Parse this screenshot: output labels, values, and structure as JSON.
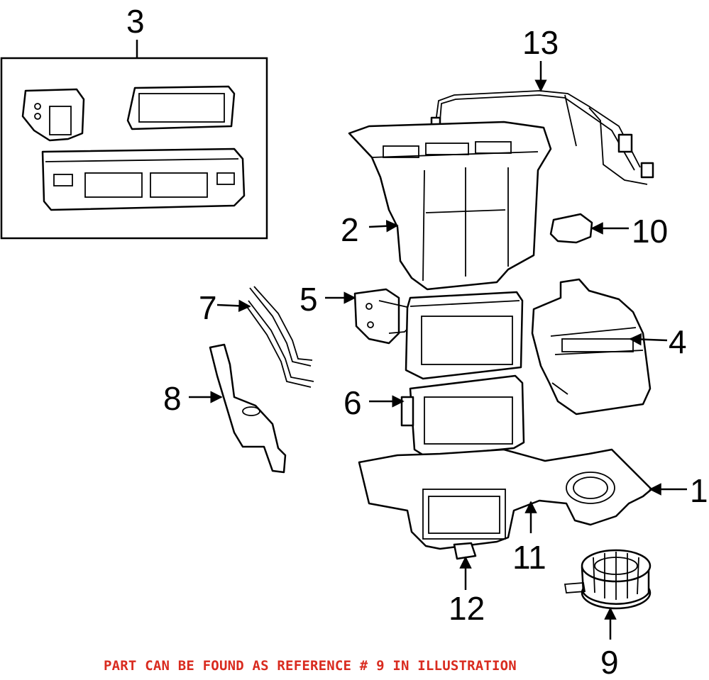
{
  "callouts": {
    "c1": "1",
    "c2": "2",
    "c3": "3",
    "c4": "4",
    "c5": "5",
    "c6": "6",
    "c7": "7",
    "c8": "8",
    "c9": "9",
    "c10": "10",
    "c11": "11",
    "c12": "12",
    "c13": "13"
  },
  "caption": "PART CAN BE FOUND AS REFERENCE # 9 IN ILLUSTRATION",
  "colors": {
    "caption": "#d92b1f",
    "line": "#000000"
  }
}
